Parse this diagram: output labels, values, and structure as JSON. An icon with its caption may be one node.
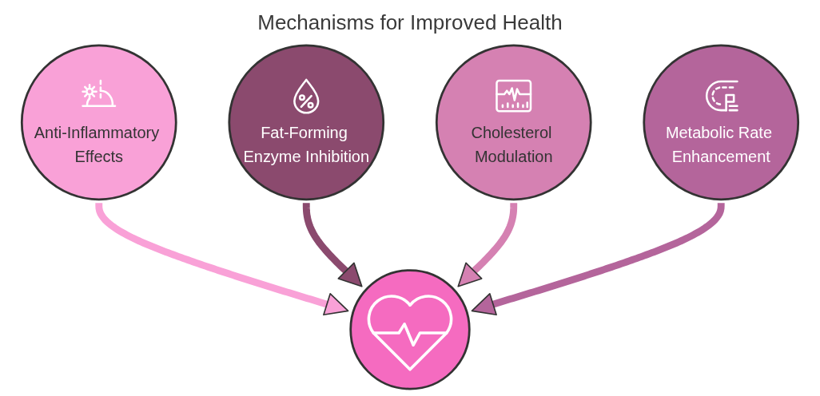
{
  "diagram": {
    "title": "Mechanisms for Improved Health",
    "nodes": [
      {
        "text": [
          "Anti-Inflammatory Effects"
        ]
      },
      {
        "text": [
          "Fat-Forming Enzyme Inhibition"
        ]
      },
      {
        "text": [],
        "shape": "circle"
      },
      {
        "text": [
          "Cholesterol Modulation"
        ]
      },
      {
        "text": [
          "Metabolic Rate Enhancement"
        ]
      }
    ],
    "edges": [
      {
        "from": 0,
        "to": 2,
        "arrow": "to",
        "color": "#f9a1d7"
      },
      {
        "from": 1,
        "to": 2,
        "arrow": "to",
        "color": "#8b4a6e"
      },
      {
        "from": 3,
        "to": 2,
        "arrow": "to",
        "color": "#d581b2"
      },
      {
        "from": 4,
        "to": 2,
        "arrow": "to",
        "color": "#b4659b"
      }
    ]
  }
}
